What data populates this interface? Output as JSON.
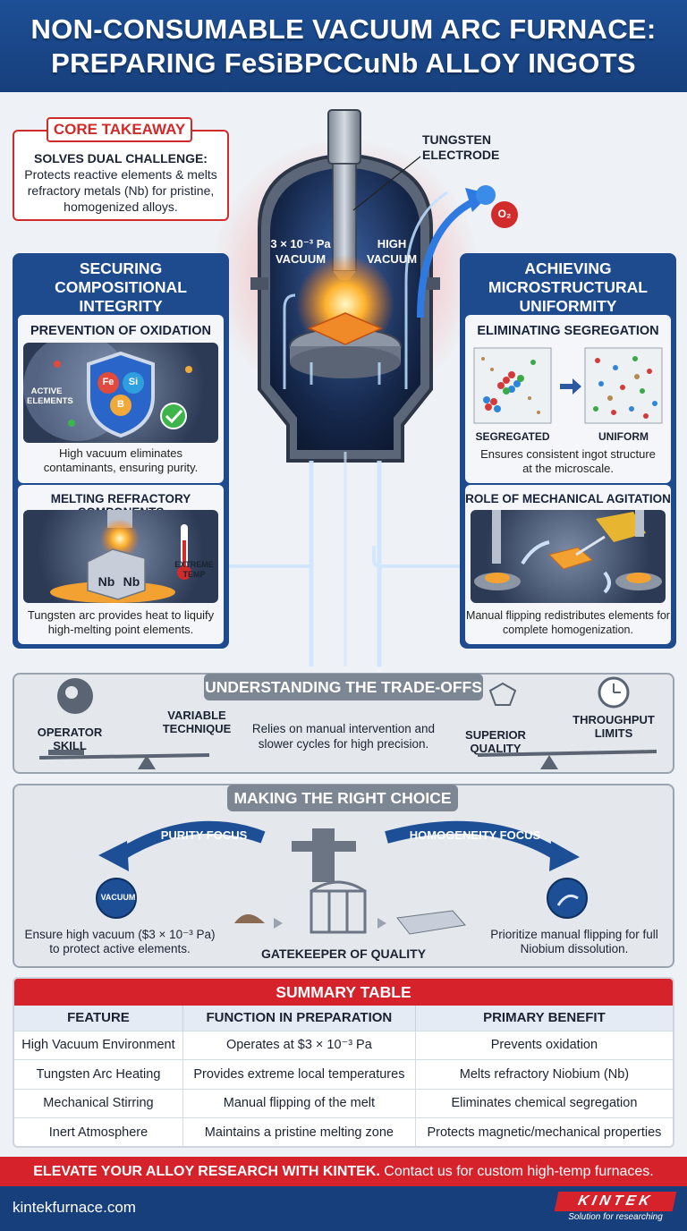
{
  "header": {
    "title_line1": "NON-CONSUMABLE VACUUM ARC FURNACE:",
    "title_line2": "PREPARING FeSiBPCCuNb ALLOY INGOTS"
  },
  "core": {
    "tag": "CORE TAKEAWAY",
    "heading": "SOLVES DUAL CHALLENGE:",
    "text": "Protects reactive elements & melts refractory metals (Nb) for pristine, homogenized alloys."
  },
  "furnace": {
    "electrode_label_1": "TUNGSTEN",
    "electrode_label_2": "ELECTRODE",
    "pressure_1": "3 × 10⁻³ Pa",
    "pressure_2": "VACUUM",
    "high_1": "HIGH",
    "high_2": "VACUUM",
    "o2": "O₂"
  },
  "left": {
    "title": "SECURING COMPOSITIONAL INTEGRITY",
    "ox_title": "PREVENTION OF OXIDATION",
    "active_1": "ACTIVE",
    "active_2": "ELEMENTS",
    "fe": "Fe",
    "si": "Si",
    "b": "B",
    "ox_text": "High vacuum eliminates contaminants, ensuring purity.",
    "melt_title": "MELTING REFRACTORY COMPONENTS",
    "nb": "Nb",
    "extreme_1": "EXTREME",
    "extreme_2": "TEMP",
    "melt_text": "Tungsten arc provides heat to liquify high-melting point elements."
  },
  "right": {
    "title": "ACHIEVING MICROSTRUCTURAL UNIFORMITY",
    "seg_title": "ELIMINATING SEGREGATION",
    "segregated": "SEGREGATED",
    "uniform": "UNIFORM",
    "seg_text": "Ensures consistent ingot structure at the microscale.",
    "agit_title": "ROLE OF MECHANICAL AGITATION",
    "agit_text": "Manual flipping redistributes elements for complete homogenization."
  },
  "trade": {
    "tag": "UNDERSTANDING THE TRADE-OFFS",
    "operator_1": "OPERATOR",
    "operator_2": "SKILL",
    "variable_1": "VARIABLE",
    "variable_2": "TECHNIQUE",
    "center": "Relies on manual intervention and slower cycles for high precision.",
    "superior_1": "SUPERIOR",
    "superior_2": "QUALITY",
    "throughput_1": "THROUGHPUT",
    "throughput_2": "LIMITS"
  },
  "choice": {
    "tag": "MAKING THE RIGHT CHOICE",
    "purity": "PURITY FOCUS",
    "homogeneity": "HOMOGENEITY FOCUS",
    "vacuum": "VACUUM",
    "left_text": "Ensure high vacuum ($3 × 10⁻³ Pa) to protect active elements.",
    "gatekeeper": "GATEKEEPER OF QUALITY",
    "right_text": "Prioritize manual flipping for full Niobium dissolution."
  },
  "summary": {
    "title": "SUMMARY TABLE",
    "headers": [
      "FEATURE",
      "FUNCTION IN PREPARATION",
      "PRIMARY BENEFIT"
    ],
    "rows": [
      [
        "High Vacuum Environment",
        "Operates at $3 × 10⁻³ Pa",
        "Prevents oxidation"
      ],
      [
        "Tungsten Arc Heating",
        "Provides extreme local temperatures",
        "Melts refractory Niobium (Nb)"
      ],
      [
        "Mechanical Stirring",
        "Manual flipping of the melt",
        "Eliminates chemical segregation"
      ],
      [
        "Inert Atmosphere",
        "Maintains a pristine melting zone",
        "Protects magnetic/mechanical properties"
      ]
    ]
  },
  "cta": {
    "bold": "ELEVATE YOUR ALLOY RESEARCH WITH KINTEK.",
    "rest": " Contact us for custom high-temp furnaces."
  },
  "footer": {
    "url": "kintekfurnace.com",
    "logo": "KINTEK",
    "tagline": "Solution for researching"
  },
  "colors": {
    "navy": "#1d4f96",
    "red": "#d6222a",
    "gray": "#7d8693"
  }
}
